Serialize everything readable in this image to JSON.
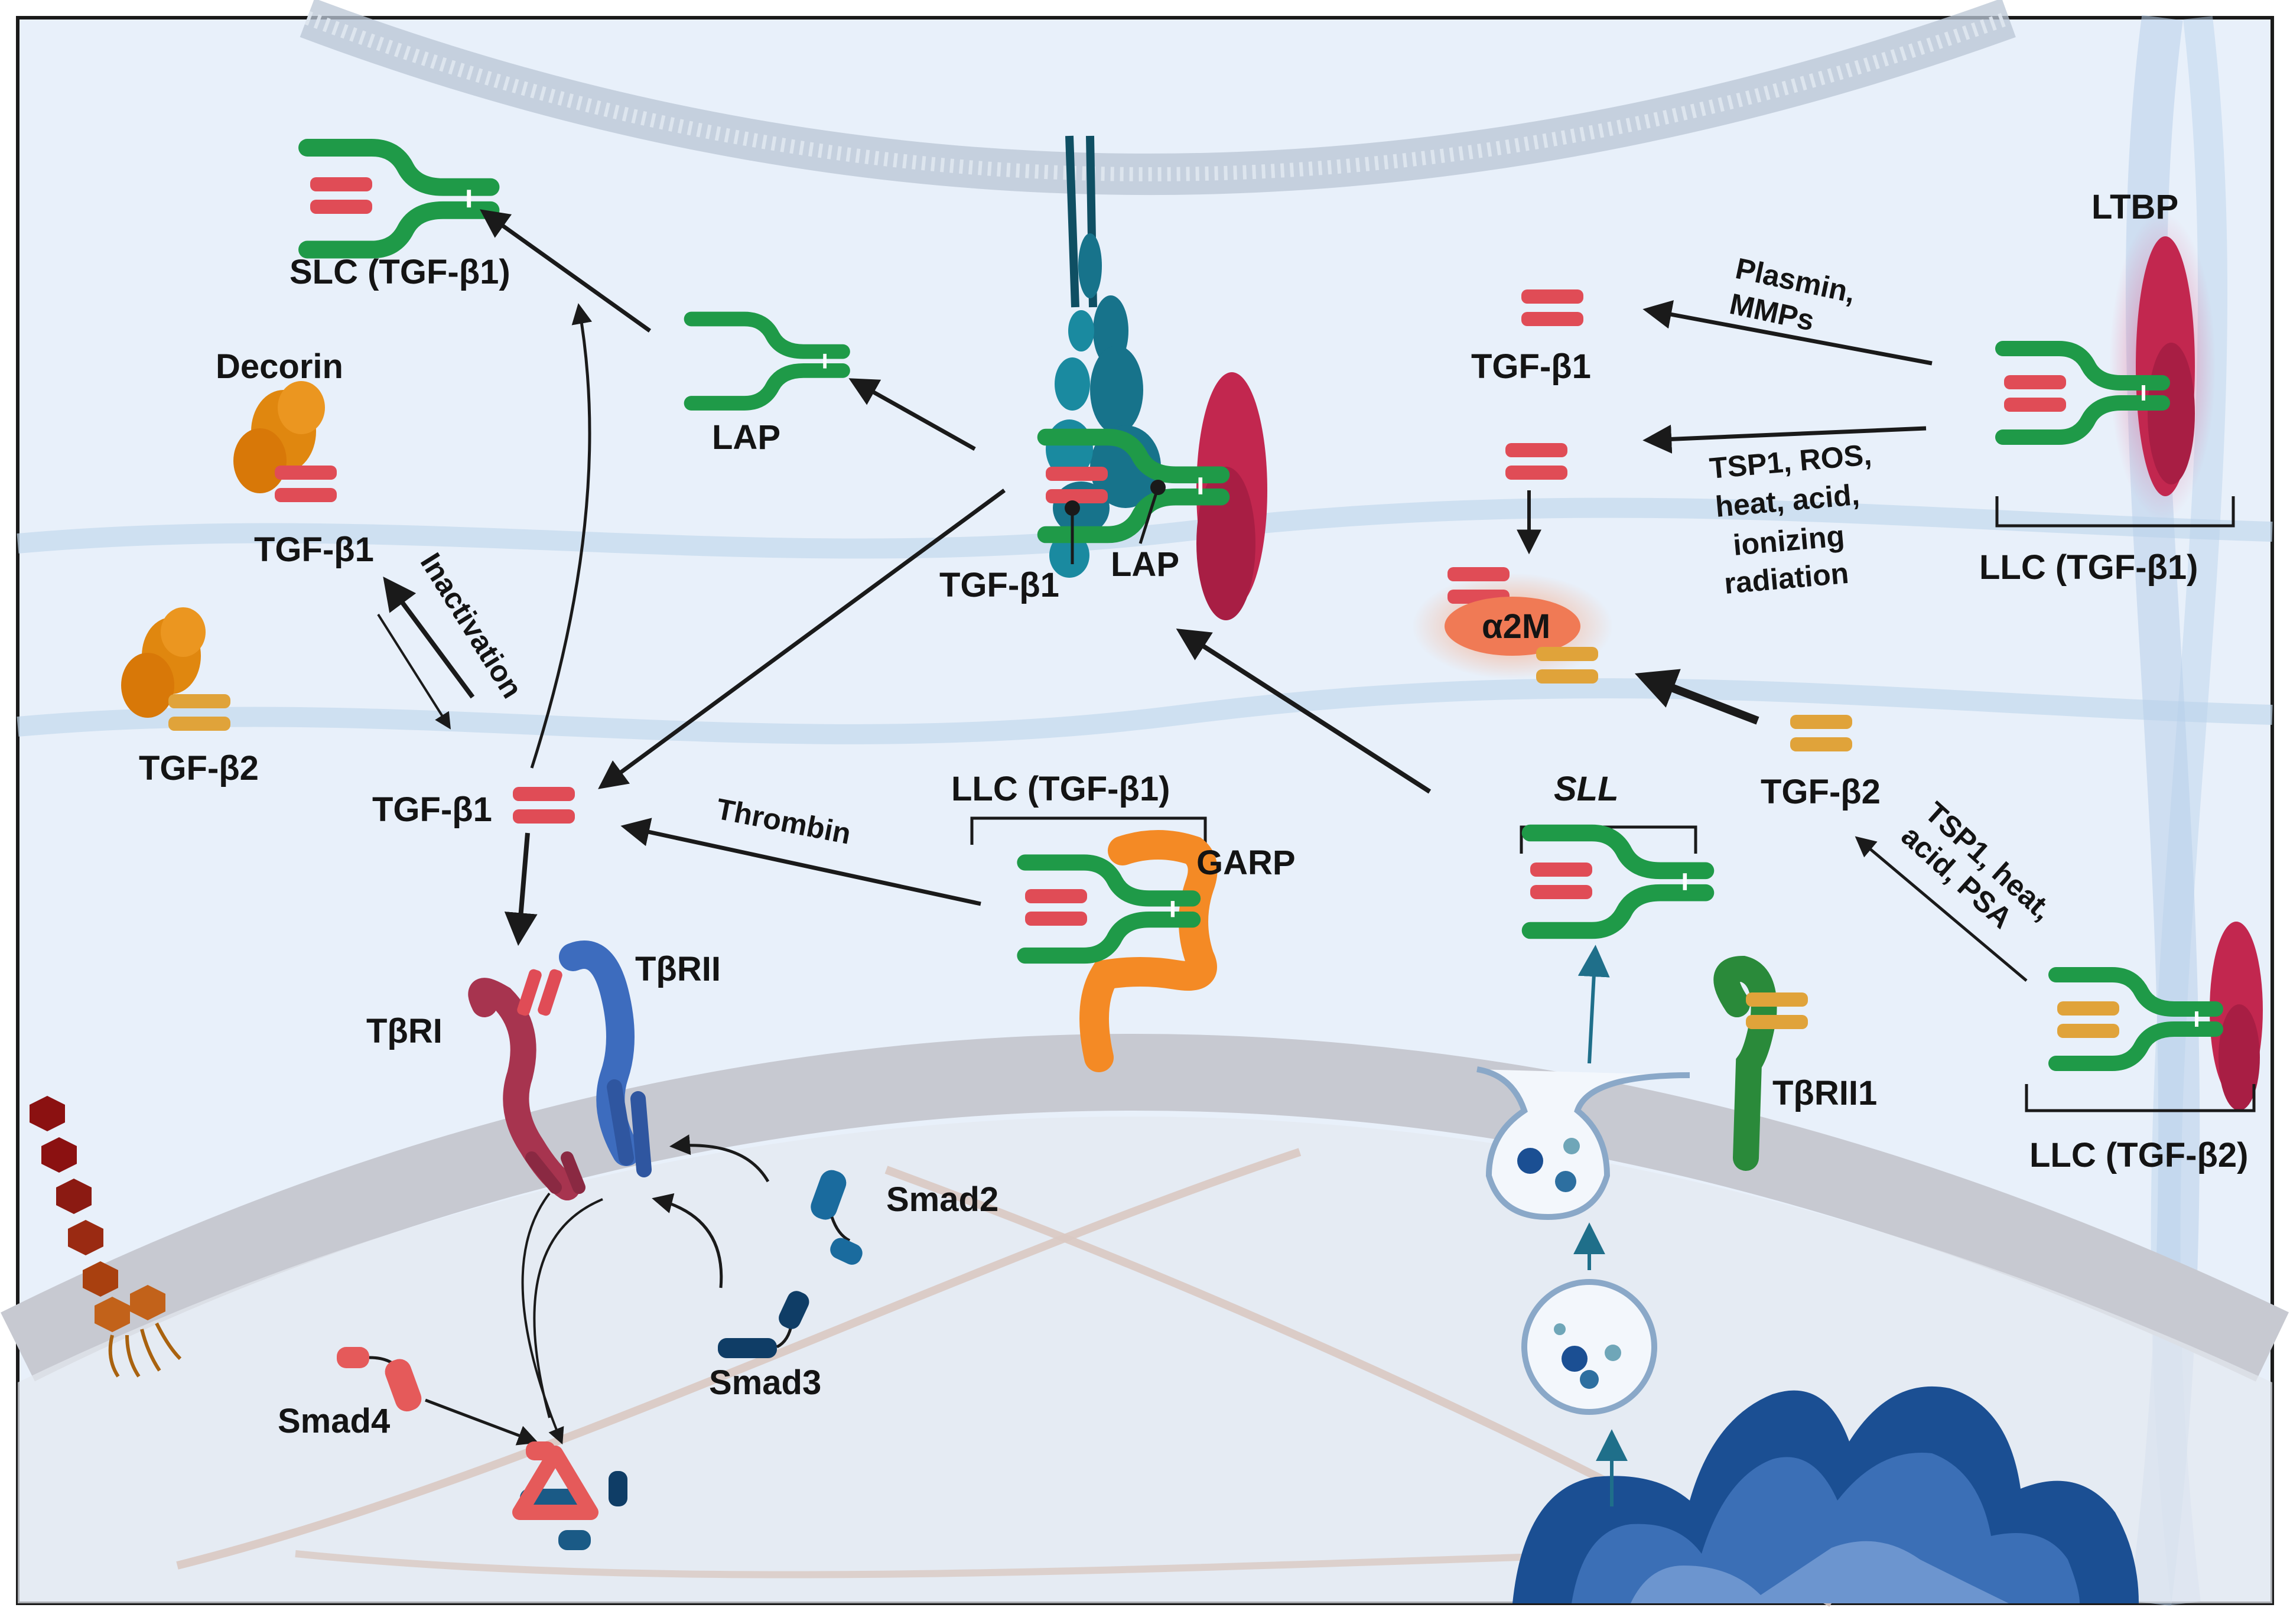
{
  "labels": {
    "slc": "SLC (TGF-β1)",
    "decorin": "Decorin",
    "tgfb1_decorin": "TGF-β1",
    "inactivation": "Inactivation",
    "tgfb2_decorin": "TGF-β2",
    "tgfb1_left": "TGF-β1",
    "lap_free": "LAP",
    "tgfb1_integrin": "TGF-β1",
    "lap_integrin": "LAP",
    "thrombin": "Thrombin",
    "llc_garp": "LLC (TGF-β1)",
    "garp": "GARP",
    "tbrii": "TβRII",
    "tbri": "TβRI",
    "smad2": "Smad2",
    "smad3": "Smad3",
    "smad4": "Smad4",
    "tgfb1_top_right": "TGF-β1",
    "plasmin_1": "Plasmin,",
    "plasmin_2": "MMPs",
    "ltbp": "LTBP",
    "tsp1_1": "TSP1, ROS,",
    "tsp1_2": "heat, acid,",
    "tsp1_3": "ionizing",
    "tsp1_4": "radiation",
    "llc_ltbp": "LLC (TGF-β1)",
    "a2m": "α2M",
    "sll": "SLL",
    "tgfb2_right": "TGF-β2",
    "tsp1_heat_1": "TSP1, heat,",
    "tsp1_heat_2": "acid, PSA",
    "tbrii1": "TβRII1",
    "llc_tgfb2": "LLC (TGF-β2)"
  },
  "colors": {
    "background": "#e8f0fa",
    "tgfb1": "#e04c56",
    "tgfb2": "#e0a33a",
    "lap": "#1f9a48",
    "ltbp": "#c2274f",
    "garp": "#f48a25",
    "integrin": "#17738b",
    "tbrii": "#3d6cbe",
    "tbri": "#a7344f",
    "smad": "#1a5a86",
    "smad4": "#e55a5a",
    "decorin": "#e0870f",
    "golgi": "#1b4f93",
    "alpha2m": "#f07a55"
  }
}
